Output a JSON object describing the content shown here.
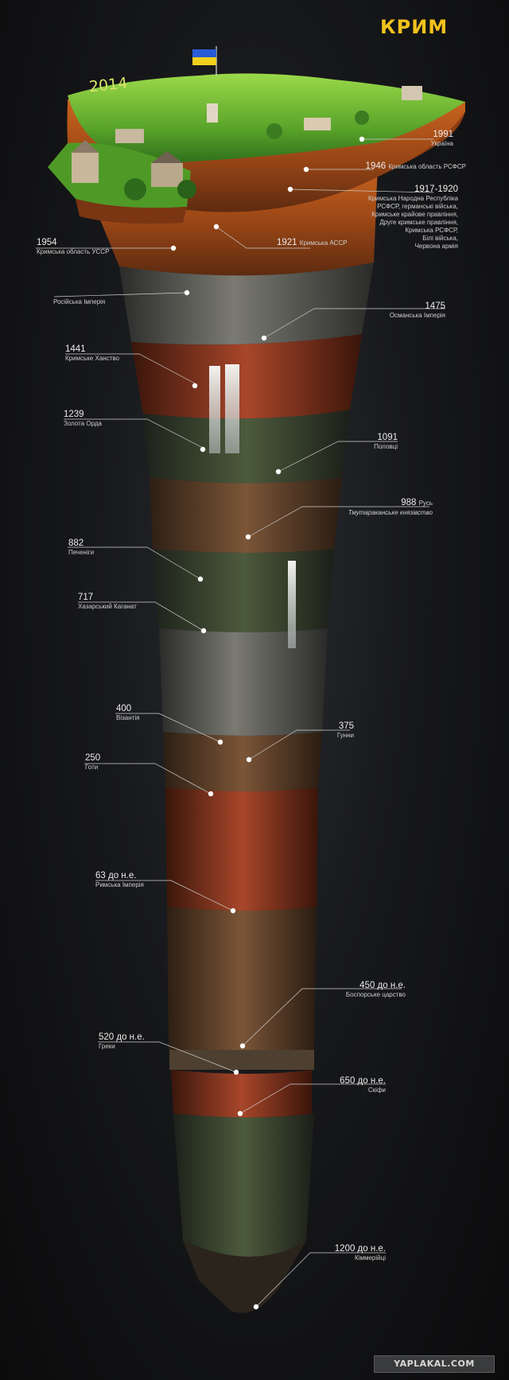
{
  "title": "КРИМ",
  "top_year": "2014",
  "watermark": "YAPLAKAL.COM",
  "timeline": [
    {
      "year": "1991",
      "label": "Україна"
    },
    {
      "year": "1946",
      "label": "Кримська область РСФСР"
    },
    {
      "year": "1917-1920",
      "label": "Кримська Народна Республіка\nРСФСР, германські війська,\nКримське крайове правління,\nДруге кримське правління,\nКримська РСФСР,\nБілі війська,\nЧервона армія"
    },
    {
      "year": "1954",
      "label": "Кримська область УССР"
    },
    {
      "year": "1921",
      "label": "Кримська АССР"
    },
    {
      "year": "",
      "label": "Російська Імперія"
    },
    {
      "year": "1475",
      "label": "Османська Імперія"
    },
    {
      "year": "1441",
      "label": "Кримське Ханство"
    },
    {
      "year": "1239",
      "label": "Золота Орда"
    },
    {
      "year": "1091",
      "label": "Половці"
    },
    {
      "year": "988",
      "label": "Русь",
      "sublabel": "Тмутараканське князівство"
    },
    {
      "year": "882",
      "label": "Печеніги"
    },
    {
      "year": "717",
      "label": "Хазарський Каганат"
    },
    {
      "year": "400",
      "label": "Візантія"
    },
    {
      "year": "375",
      "label": "Гунни"
    },
    {
      "year": "250",
      "label": "Готи"
    },
    {
      "year": "63 до н.е.",
      "label": "Римська Імперія"
    },
    {
      "year": "450 до н.е.",
      "label": "Боспорське царство"
    },
    {
      "year": "520 до н.е.",
      "label": "Греки"
    },
    {
      "year": "650 до н.е.",
      "label": "Скіфи"
    },
    {
      "year": "1200 до н.е.",
      "label": "Кіммерійці"
    }
  ],
  "colors": {
    "title": "#f2c21b",
    "grass": "#5fae2a",
    "soil_orange": "#b8561e",
    "rock_gray": "#5f5f5a",
    "rock_brown": "#6a4a33"
  },
  "icons": [
    "ukraine-flag-icon",
    "waterfall-icon",
    "castle-icon"
  ]
}
